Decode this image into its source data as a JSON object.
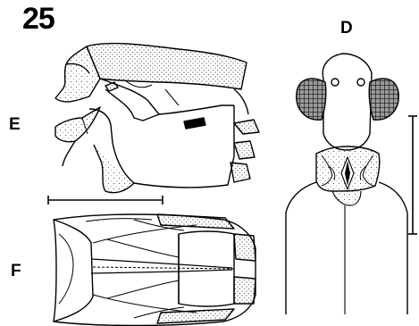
{
  "plate": {
    "number": "25"
  },
  "panels": {
    "d": {
      "label": "D"
    },
    "e": {
      "label": "E"
    },
    "f": {
      "label": "F"
    }
  }
}
